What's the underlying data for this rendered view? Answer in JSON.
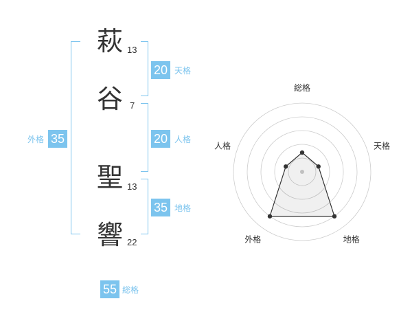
{
  "name": {
    "chars": [
      {
        "char": "萩",
        "strokes": "13"
      },
      {
        "char": "谷",
        "strokes": "7"
      },
      {
        "char": "聖",
        "strokes": "13"
      },
      {
        "char": "響",
        "strokes": "22"
      }
    ]
  },
  "fortunes": {
    "tenkaku": {
      "value": "20",
      "label": "天格"
    },
    "jinkaku": {
      "value": "20",
      "label": "人格"
    },
    "chikaku": {
      "value": "35",
      "label": "地格"
    },
    "gaikaku": {
      "value": "35",
      "label": "外格"
    },
    "soukaku": {
      "value": "55",
      "label": "総格"
    }
  },
  "colors": {
    "accent": "#7cc4ee",
    "text": "#333333",
    "grid": "#cccccc"
  },
  "chart_data": {
    "type": "radar",
    "axes": [
      "総格",
      "天格",
      "地格",
      "外格",
      "人格"
    ],
    "values": [
      0.28,
      0.25,
      0.8,
      0.8,
      0.25
    ],
    "rings": 5
  }
}
